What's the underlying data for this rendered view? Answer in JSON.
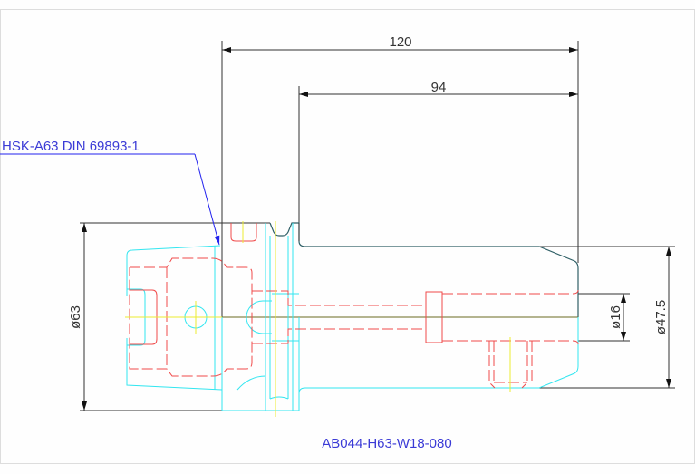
{
  "drawing": {
    "part_number": "AB044-H63-W18-080",
    "interface_label": "HSK-A63 DIN 69893-1",
    "dimensions": {
      "overall_length": "120",
      "projection_length": "94",
      "flange_diameter": "ø63",
      "bore_diameter": "ø16",
      "body_diameter": "ø47.5"
    },
    "colors": {
      "outline": "#333333",
      "hidden_lines": "#f04a4a",
      "hsk_geometry": "#33e6f0",
      "centerlines": "#ecec30",
      "annotation": "#3b3bd6"
    }
  }
}
